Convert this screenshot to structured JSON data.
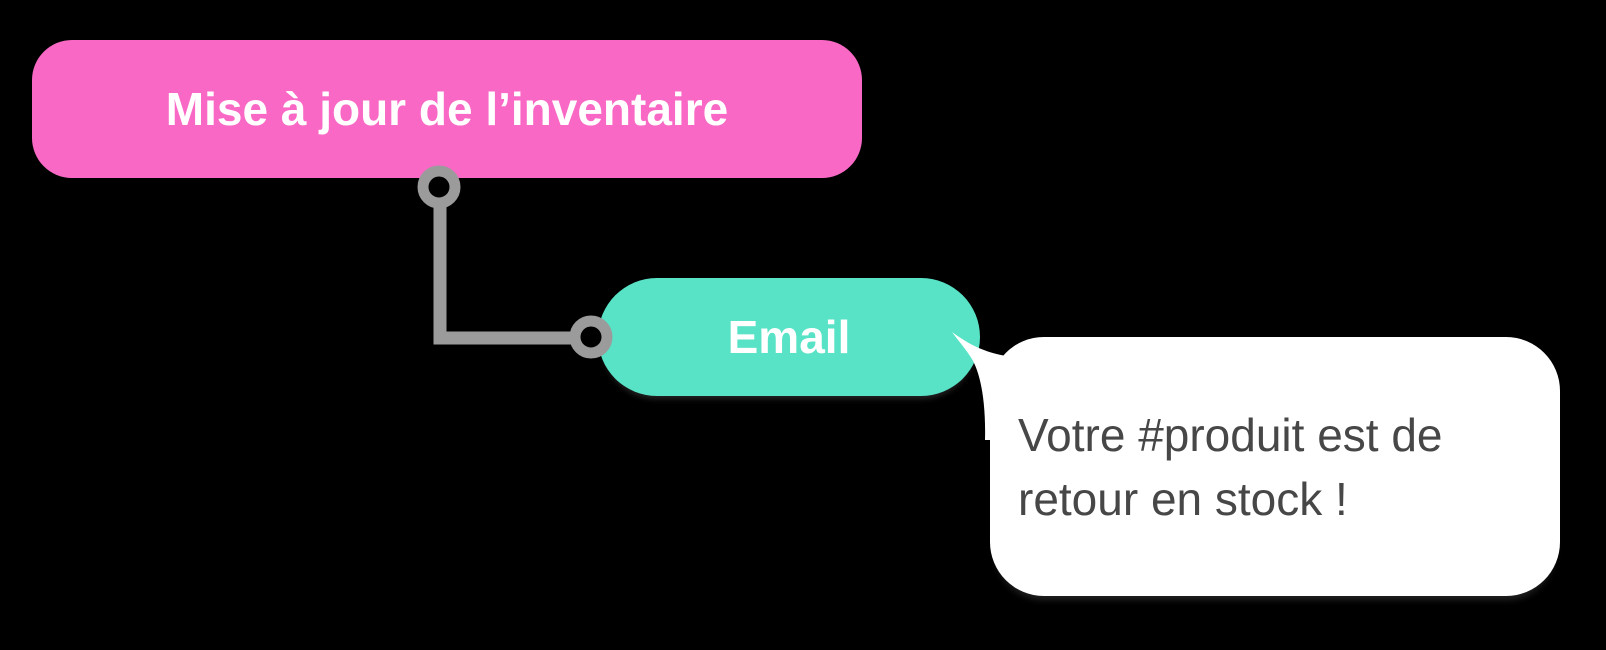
{
  "flow": {
    "trigger": {
      "label": "Mise à jour de l’inventaire",
      "color": "#F968C5"
    },
    "action": {
      "label": "Email",
      "color": "#58E2C6"
    },
    "message_preview": {
      "text": "Votre #produit est de retour en stock !",
      "background": "#FFFFFF",
      "text_color": "#474747"
    }
  },
  "connector": {
    "color": "#9B9B9B",
    "port_count": 2
  },
  "colors": {
    "background": "#000000",
    "node_text": "#FFFFFF"
  }
}
